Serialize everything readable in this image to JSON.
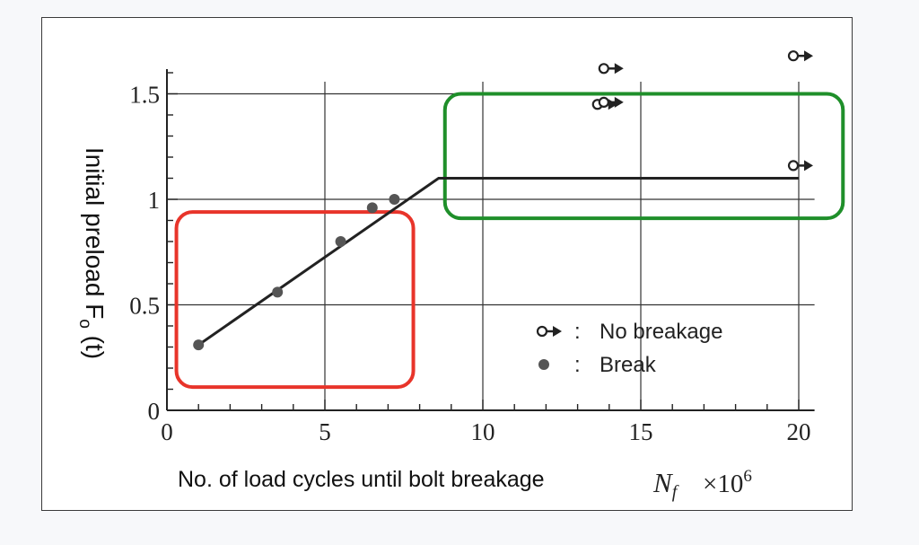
{
  "chart_data": {
    "type": "scatter",
    "title": "",
    "xlabel": "No. of load cycles until bolt breakage",
    "xlabel_symbol": "N",
    "xlabel_subscript": "f",
    "xlabel_scale": "×10",
    "xlabel_scale_exp": "6",
    "ylabel": "Initial preload F",
    "ylabel_subscript": "o",
    "ylabel_unit": "(t)",
    "xlim": [
      0,
      20
    ],
    "ylim": [
      0,
      1.6
    ],
    "grid": true,
    "x_ticks": [
      0,
      5,
      10,
      15,
      20
    ],
    "x_tick_labels": [
      "0",
      "5",
      "10",
      "15",
      "20"
    ],
    "y_ticks": [
      0,
      0.5,
      1,
      1.5
    ],
    "y_tick_labels": [
      "0",
      "0.5",
      "1",
      "1.5"
    ],
    "series": [
      {
        "name": "Break",
        "marker": "filled-circle",
        "x": [
          1.0,
          3.5,
          5.5,
          6.5,
          7.2
        ],
        "y": [
          0.31,
          0.56,
          0.8,
          0.96,
          1.0
        ]
      },
      {
        "name": "No breakage",
        "marker": "open-circle-arrow",
        "x": [
          14.0,
          13.8,
          14.0,
          20.0,
          20.0
        ],
        "y": [
          1.62,
          1.45,
          1.46,
          1.68,
          1.16
        ]
      }
    ],
    "trend_line": {
      "x": [
        1.0,
        8.6,
        20.0
      ],
      "y": [
        0.31,
        1.1,
        1.1
      ]
    },
    "legend": {
      "placement": "bottom-right",
      "entries": [
        {
          "marker": "open-circle-arrow",
          "separator": ":",
          "label": "No breakage"
        },
        {
          "marker": "filled-circle",
          "separator": ":",
          "label": "Break"
        }
      ]
    },
    "highlight_boxes": [
      {
        "color": "#e8342a",
        "region": "low-preload",
        "xrange": [
          0.3,
          7.8
        ],
        "yrange": [
          0.11,
          0.94
        ]
      },
      {
        "color": "#1f8f2a",
        "region": "high-preload",
        "xrange": [
          8.8,
          21.4
        ],
        "yrange": [
          0.91,
          1.5
        ]
      }
    ],
    "colors": {
      "ink": "#222222",
      "grid": "#333333",
      "red_box": "#e8342a",
      "green_box": "#1f8f2a"
    }
  }
}
